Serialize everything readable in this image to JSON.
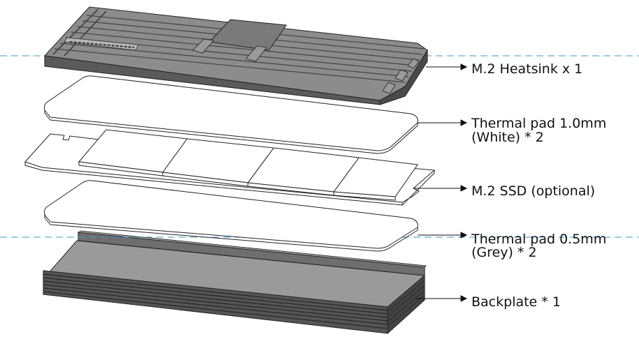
{
  "labels": {
    "heatsink": "M.2 Heatsink x 1",
    "thermal_pad_1_line1": "Thermal pad 1.0mm",
    "thermal_pad_1_line2": "(White) * 2",
    "ssd": "M.2 SSD (optional)",
    "thermal_pad_05_line1": "Thermal pad 0.5mm",
    "thermal_pad_05_line2": "(Grey) * 2",
    "backplate": "Backplate * 1"
  },
  "colors": {
    "guide_line": "#3a9bc8",
    "metal_top": "#8a8a8a",
    "metal_side": "#5a5a5a",
    "metal_dark": "#3d3d3d",
    "pad_fill": "#ffffff",
    "outline": "#222222"
  }
}
